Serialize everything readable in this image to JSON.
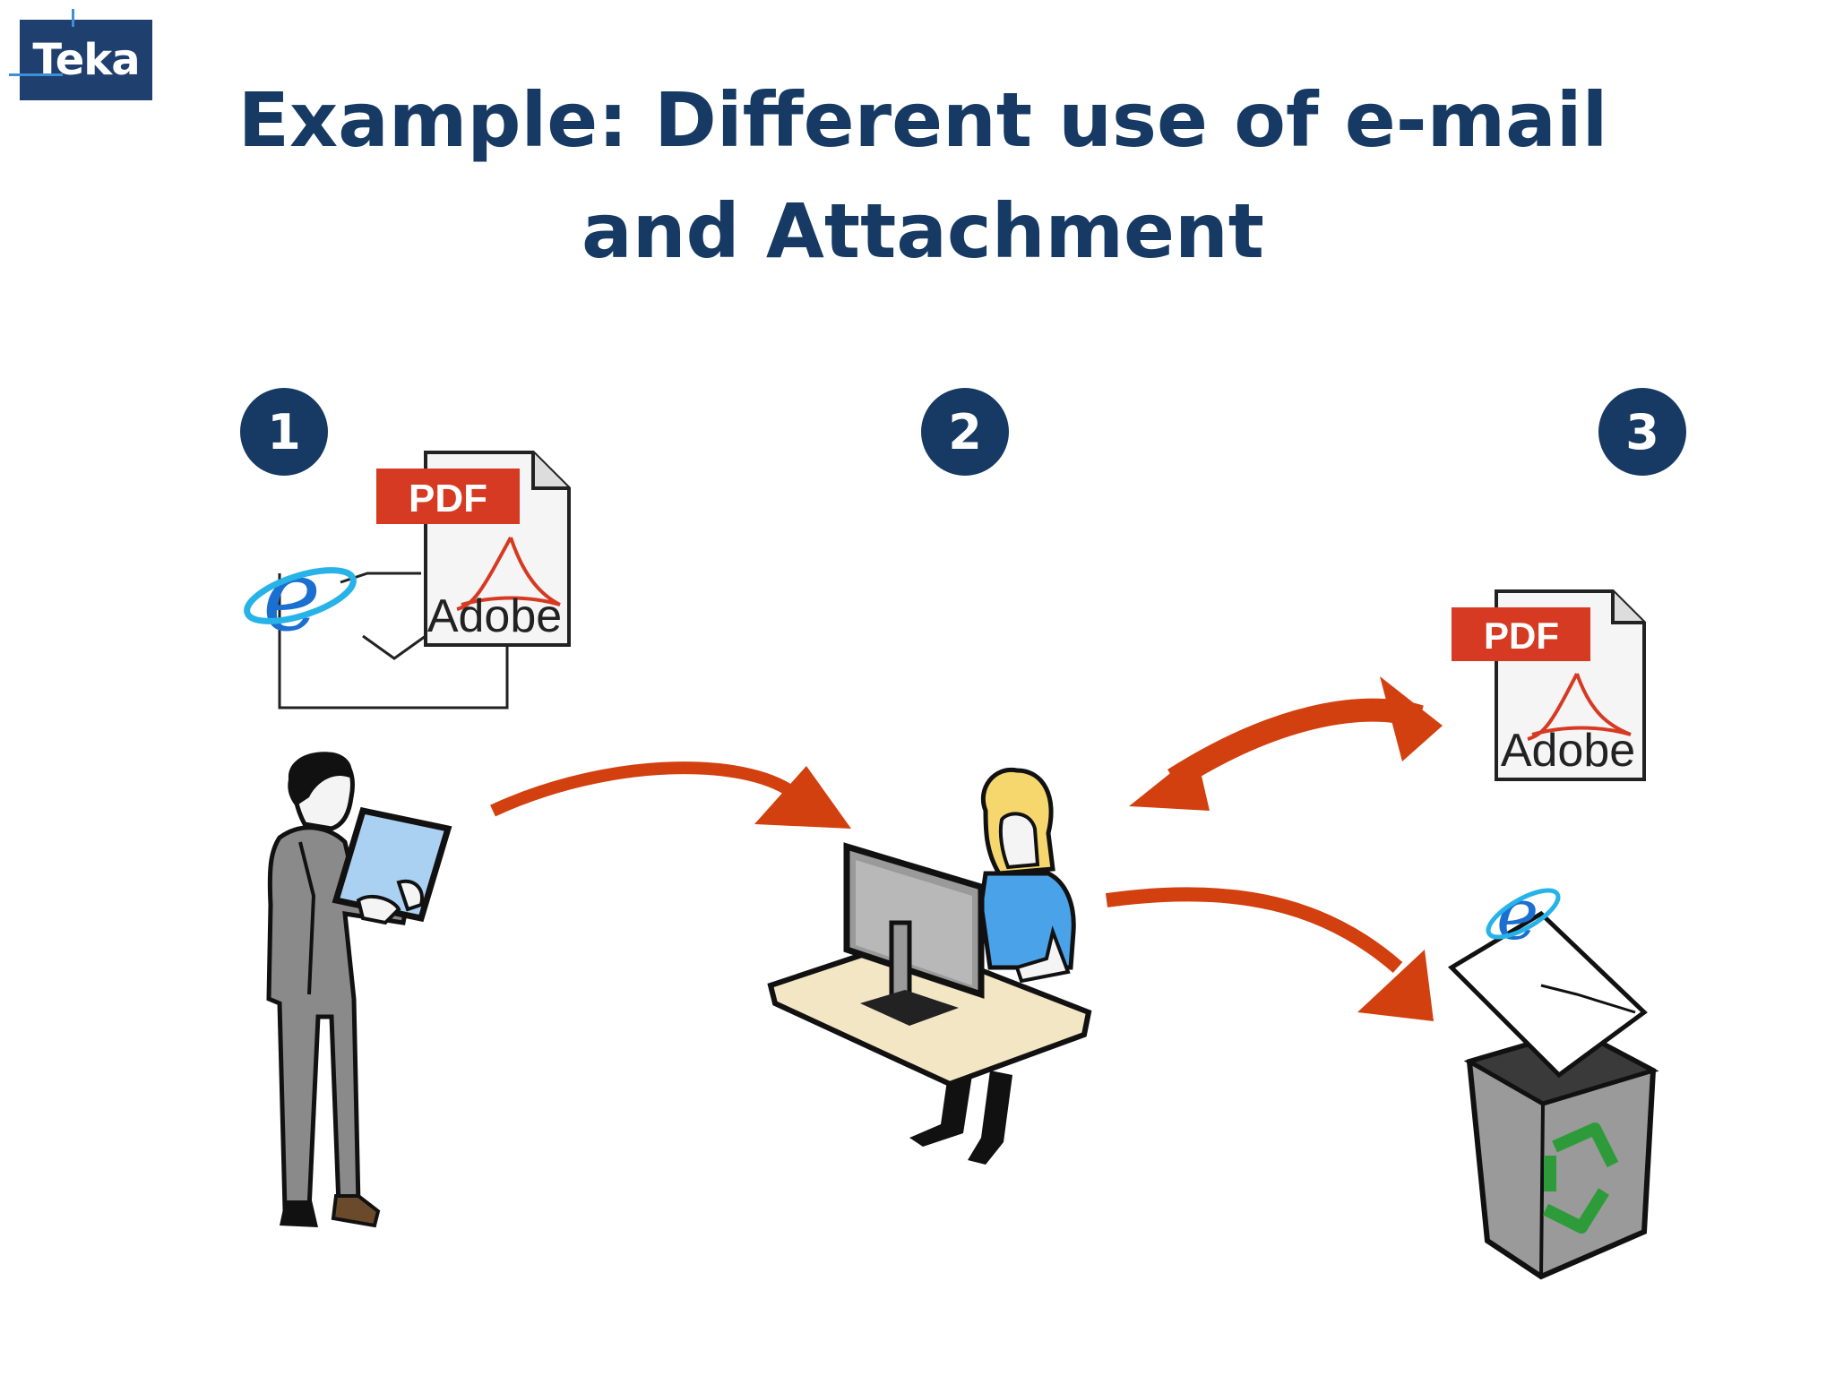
{
  "logo": {
    "text": "Teka"
  },
  "title": "Example: Different use of e-mail and Attachment",
  "steps": [
    "1",
    "2",
    "3"
  ],
  "pdf_icon": {
    "label": "PDF",
    "brand": "Adobe"
  },
  "colors": {
    "title": "#163a63",
    "step_badge": "#163a63",
    "arrow": "#d2400f",
    "pdf_red": "#d63a22",
    "recycle_green": "#2e9b3a",
    "ie_blue": "#1a6fd0"
  }
}
